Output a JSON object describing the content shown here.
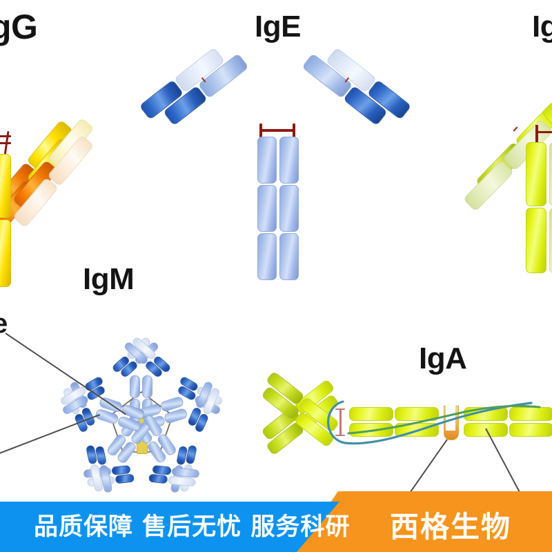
{
  "diagram": {
    "title_visible": false,
    "background": "#ffffff",
    "subject": "immunoglobulin-isotypes",
    "labels": {
      "igg": "gG",
      "ige": "IgE",
      "igd": "Ig",
      "igm": "IgM",
      "iga": "IgA",
      "partial_left": "e"
    },
    "colors": {
      "igg_heavy": "#ffe400",
      "igg_variable_tip": "#f77a00",
      "ige_tip": "#2f68c9",
      "ige_body": "#a9c2ec",
      "igd_body": "#c6dc1c",
      "iga_body": "#e4f317",
      "iga_secretory_component": "#3f8fa8",
      "igm_body": "#aac1ec",
      "igm_tip": "#2f68c9",
      "jchain": "#f6b43a",
      "disulfide_bond": "#8c1a12",
      "leader_line": "#4e4e4e"
    }
  },
  "structures": [
    {
      "name": "IgG",
      "label": "gG",
      "form": "monomer",
      "position": "top-left",
      "cropped": true
    },
    {
      "name": "IgE",
      "label": "IgE",
      "form": "monomer",
      "position": "top-center",
      "cropped": false
    },
    {
      "name": "IgD",
      "label": "Ig",
      "form": "monomer",
      "position": "top-right",
      "cropped": true
    },
    {
      "name": "IgM",
      "label": "IgM",
      "form": "pentamer",
      "position": "bottom-left",
      "cropped": true
    },
    {
      "name": "IgA",
      "label": "IgA",
      "form": "dimer",
      "position": "bottom-right",
      "cropped": true
    }
  ],
  "banner": {
    "slogan": "品质保障 售后无忧 服务科研",
    "brand": "西格生物",
    "slogan_bg": "#0d93ef",
    "brand_bg": "#f7941d",
    "text_color": "#ffffff"
  }
}
